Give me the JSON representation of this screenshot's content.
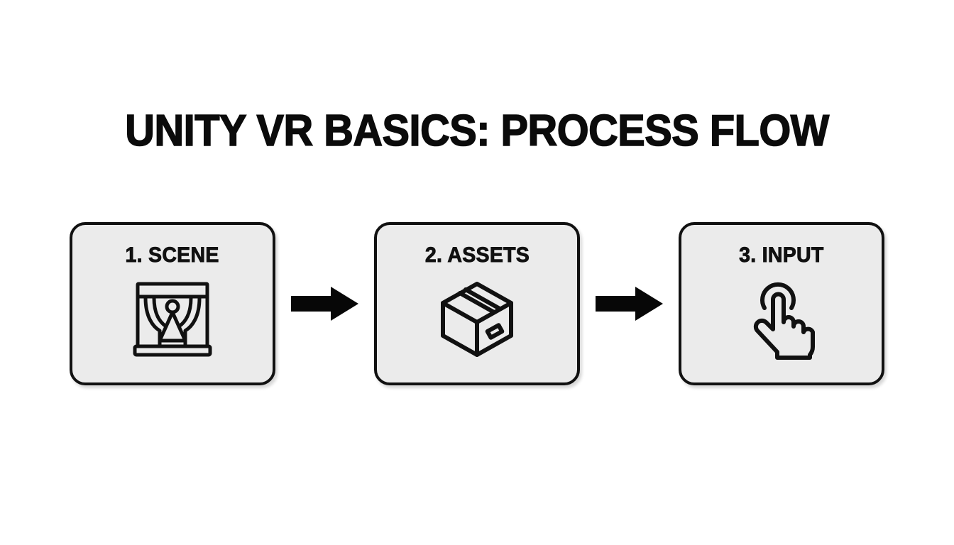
{
  "slide": {
    "title": "UNITY VR BASICS: PROCESS FLOW",
    "background_color": "#ffffff",
    "accent_color": "#111111",
    "card_fill_color": "#ebebeb"
  },
  "flow": {
    "steps": [
      {
        "label": "1. SCENE",
        "number": "1",
        "name": "SCENE",
        "icon": "theater-stage-curtain-icon"
      },
      {
        "label": "2. ASSETS",
        "number": "2",
        "name": "ASSETS",
        "icon": "package-box-icon"
      },
      {
        "label": "3. INPUT",
        "number": "3",
        "name": "INPUT",
        "icon": "tap-hand-pointer-icon"
      }
    ],
    "connectors": [
      {
        "icon": "arrow-right-icon",
        "direction": "right"
      },
      {
        "icon": "arrow-right-icon",
        "direction": "right"
      }
    ]
  }
}
